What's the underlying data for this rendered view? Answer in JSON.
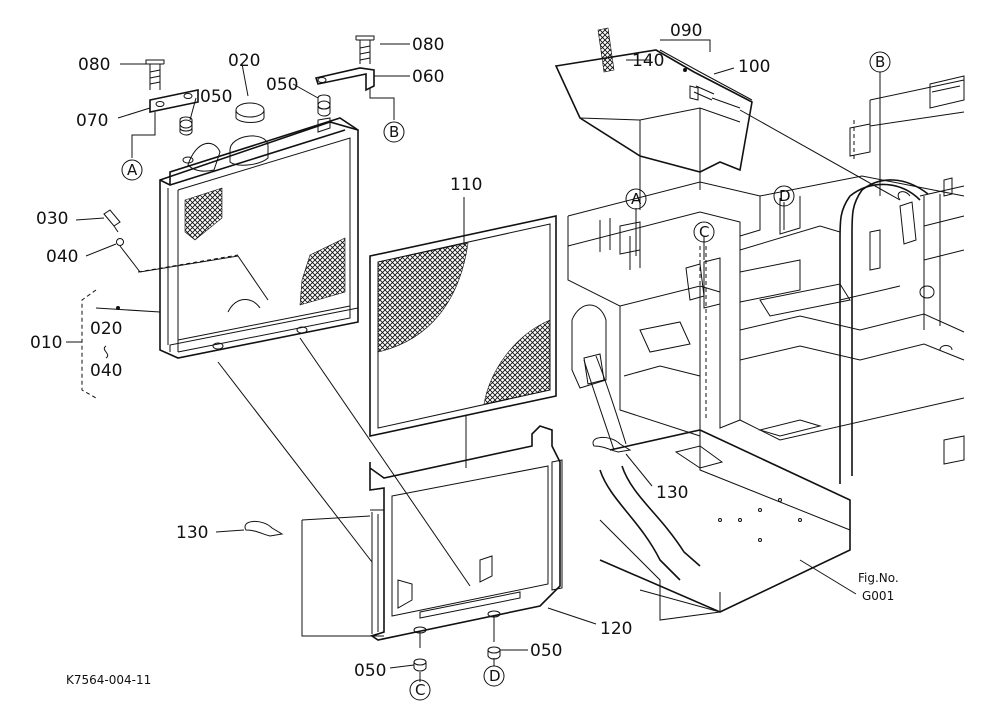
{
  "part_labels": {
    "p080a": "080",
    "p080b": "080",
    "p020": "020",
    "p050a": "050",
    "p050b": "050",
    "p060": "060",
    "p070": "070",
    "p030": "030",
    "p040": "040",
    "p010": "010",
    "p020r": "020",
    "p040r": "040",
    "p090": "090",
    "p140": "140",
    "p100": "100",
    "p110": "110",
    "p120": "120",
    "p130a": "130",
    "p130b": "130",
    "p050c": "050",
    "p050d": "050"
  },
  "callouts": {
    "A1": "A",
    "B1": "B",
    "A2": "A",
    "B2": "B",
    "C1": "C",
    "D1": "D",
    "C2": "C",
    "D2": "D"
  },
  "figure": {
    "fig_label": "Fig.No.",
    "fig_number": "G001",
    "drawing_code": "K7564-004-11"
  },
  "colors": {
    "ink": "#111111",
    "paper": "#ffffff"
  }
}
